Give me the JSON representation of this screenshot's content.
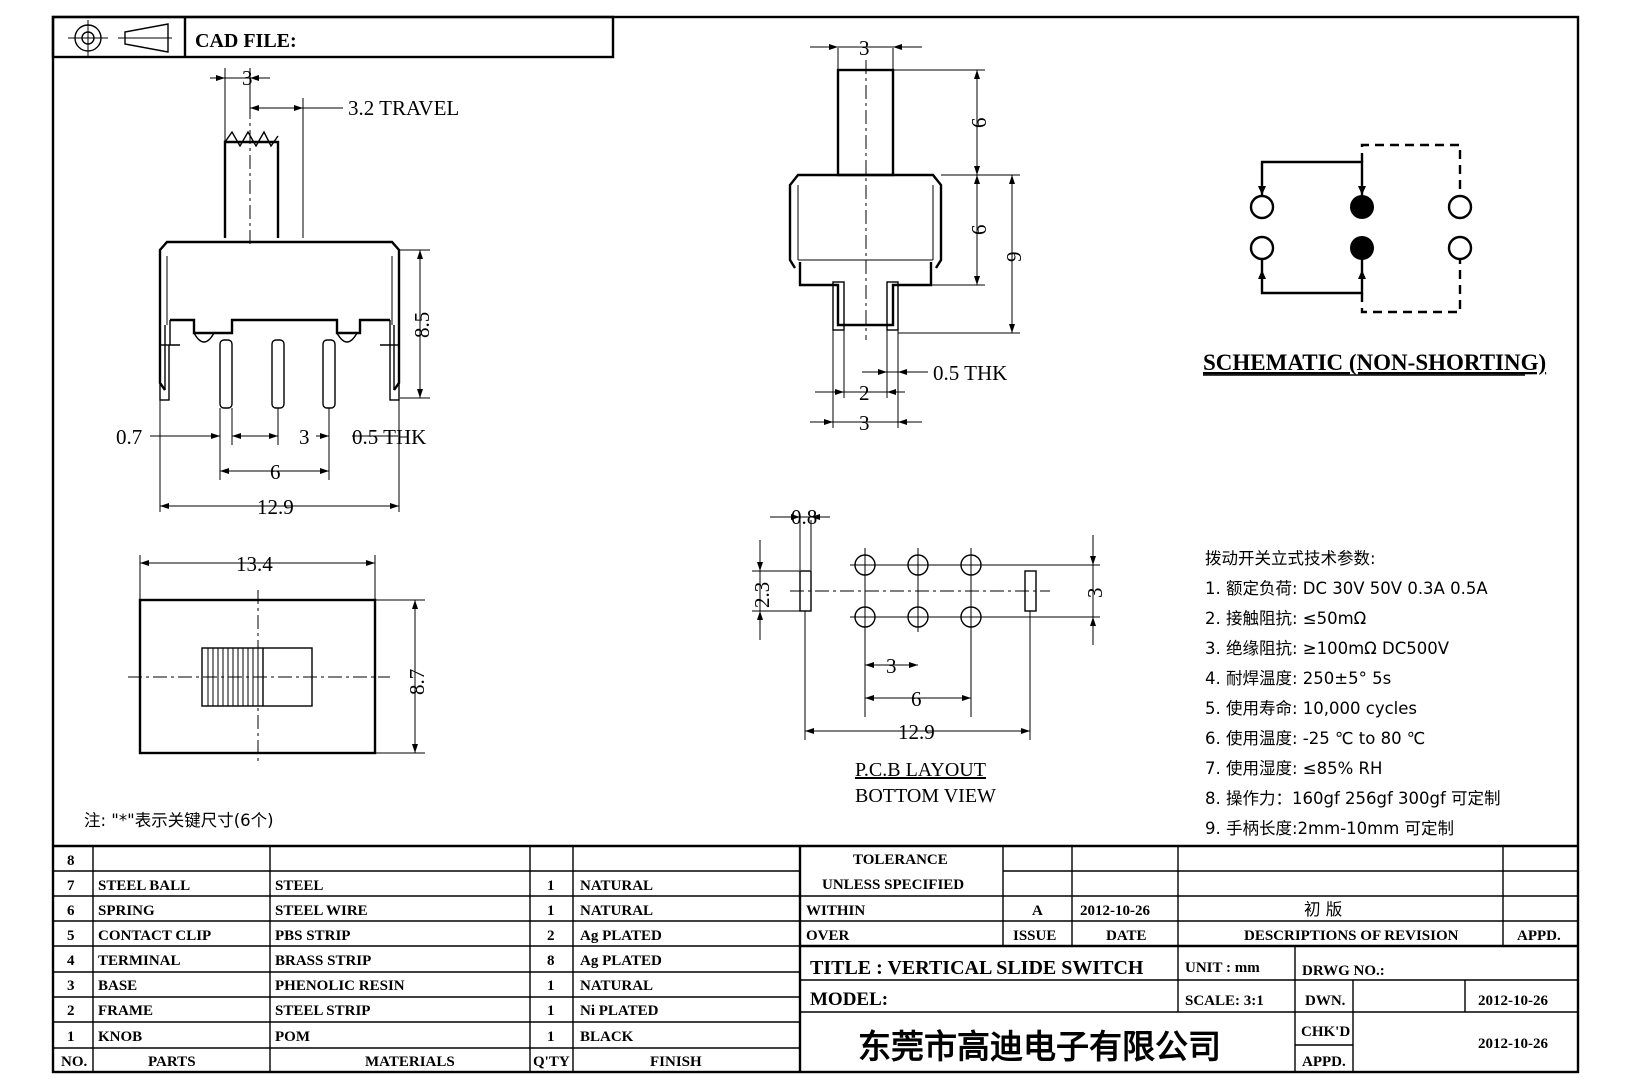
{
  "header": {
    "cad_file_label": "CAD FILE:"
  },
  "side_view": {
    "dim_width_top": "3",
    "travel": "3.2 TRAVEL",
    "height": "8.5",
    "pin_width": "0.7",
    "pitch": "3",
    "thickness": "0.5 THK",
    "pin_span": "6",
    "overall_width": "12.9"
  },
  "front_view": {
    "knob_width": "3",
    "knob_height": "6",
    "body_height": "6",
    "total_height": "9",
    "thickness": "0.5 THK",
    "pin_gap": "2",
    "base_width": "3"
  },
  "top_view": {
    "width": "13.4",
    "height": "8.7"
  },
  "pcb_layout": {
    "slot_width": "0.8",
    "slot_height": "2.3",
    "row_pitch": "3",
    "pitch": "3",
    "span": "6",
    "overall": "12.9",
    "title": "P.C.B LAYOUT",
    "subtitle": "BOTTOM VIEW"
  },
  "schematic": {
    "label": "SCHEMATIC (NON-SHORTING)"
  },
  "specs": {
    "heading": "拨动开关立式技术参数:",
    "items": [
      "1.  额定负荷: DC 30V    50V    0.3A    0.5A",
      "2.  接触阻抗:  ≤50mΩ",
      "3.  绝缘阻抗:  ≥100mΩ   DC500V",
      "4.  耐焊温度: 250±5°  5s",
      "5.  使用寿命: 10,000 cycles",
      "6.  使用温度: -25 ℃  to 80 ℃",
      "7.  使用湿度:  ≤85% RH",
      "8.  操作力：160gf    256gf    300gf  可定制",
      "9.  手柄长度:2mm-10mm  可定制"
    ]
  },
  "note": "注: \"*\"表示关键尺寸(6个)",
  "bom": {
    "headers": {
      "no": "NO.",
      "parts": "PARTS",
      "materials": "MATERIALS",
      "qty": "Q'TY",
      "finish": "FINISH"
    },
    "rows": [
      {
        "no": "8",
        "part": "",
        "material": "",
        "qty": "",
        "finish": ""
      },
      {
        "no": "7",
        "part": "STEEL BALL",
        "material": "STEEL",
        "qty": "1",
        "finish": "NATURAL"
      },
      {
        "no": "6",
        "part": "SPRING",
        "material": "STEEL WIRE",
        "qty": "1",
        "finish": "NATURAL"
      },
      {
        "no": "5",
        "part": "CONTACT CLIP",
        "material": "PBS STRIP",
        "qty": "2",
        "finish": "Ag PLATED"
      },
      {
        "no": "4",
        "part": "TERMINAL",
        "material": "BRASS STRIP",
        "qty": "8",
        "finish": "Ag PLATED"
      },
      {
        "no": "3",
        "part": "BASE",
        "material": "PHENOLIC RESIN",
        "qty": "1",
        "finish": "NATURAL"
      },
      {
        "no": "2",
        "part": "FRAME",
        "material": "STEEL STRIP",
        "qty": "1",
        "finish": "Ni PLATED"
      },
      {
        "no": "1",
        "part": "KNOB",
        "material": "POM",
        "qty": "1",
        "finish": "BLACK"
      }
    ]
  },
  "title_block": {
    "tolerance": "TOLERANCE",
    "unless": "UNLESS   SPECIFIED",
    "within": "WITHIN",
    "over": "OVER",
    "issue_value": "A",
    "date_value": "2012-10-26",
    "revision_value": "初    版",
    "issue_label": "ISSUE",
    "date_label": "DATE",
    "desc_label": "DESCRIPTIONS OF REVISION",
    "appd_label": "APPD.",
    "title": "TITLE :   VERTICAL  SLIDE  SWITCH",
    "unit": "UNIT :   mm",
    "drwg_no": "DRWG NO.:",
    "model": "MODEL:",
    "scale": "SCALE:   3:1",
    "dwn_label": "DWN.",
    "dwn_date": "2012-10-26",
    "chkd_label": "CHK'D",
    "chkd_date": "2012-10-26",
    "appd2_label": "APPD.",
    "company": "东莞市高迪电子有限公司"
  }
}
